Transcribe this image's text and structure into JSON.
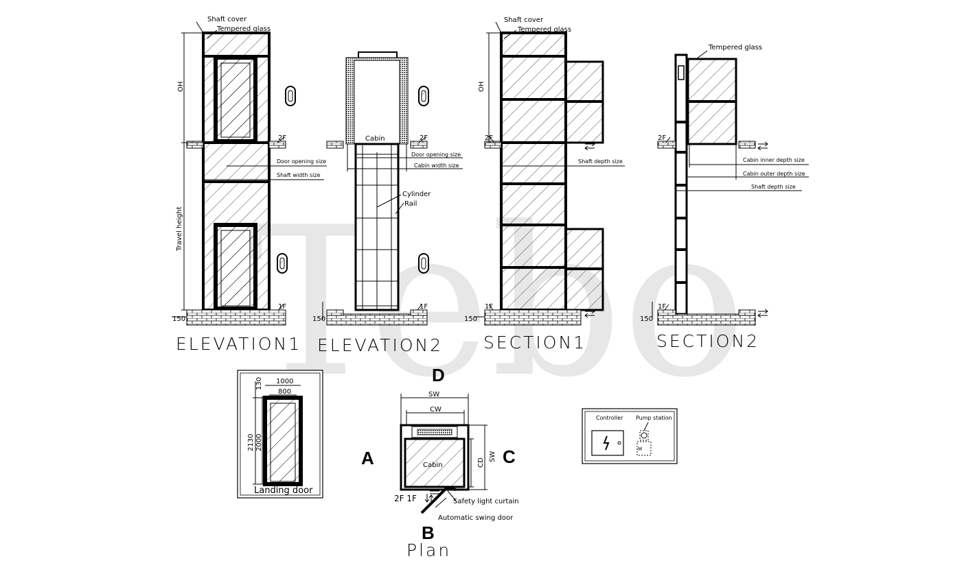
{
  "watermark": "Tebo",
  "views": {
    "elevation1": {
      "title": "ELEVATION1",
      "labels": {
        "shaft_cover": "Shaft cover",
        "tempered_glass": "Tempered glass",
        "oh": "OH",
        "travel_height": "Travel height",
        "floor_2f": "2F",
        "floor_1f": "1F",
        "pit": "150",
        "door_opening_size": "Door opening size",
        "shaft_width_size": "Shaft width size"
      }
    },
    "elevation2": {
      "title": "ELEVATION2",
      "labels": {
        "cabin": "Cabin",
        "floor_2f": "2F",
        "floor_1f": "1F",
        "pit": "150",
        "door_opening_size": "Door opening size",
        "cabin_width_size": "Cabin width size",
        "cylinder": "Cylinder",
        "rail": "Rail"
      }
    },
    "section1": {
      "title": "SECTION1",
      "labels": {
        "shaft_cover": "Shaft cover",
        "tempered_glass": "Tempered glass",
        "oh": "OH",
        "floor_2f": "2F",
        "floor_1f": "1F",
        "pit": "150",
        "shaft_depth_size": "Shaft depth size"
      }
    },
    "section2": {
      "title": "SECTION2",
      "labels": {
        "tempered_glass": "Tempered glass",
        "floor_2f": "2F",
        "floor_1f": "1F",
        "pit": "150",
        "cabin_inner_depth_size": "Cabin inner depth size",
        "cabin_outer_depth_size": "Cabin outer depth size",
        "shaft_depth_size": "Shaft depth size"
      }
    },
    "landing_door": {
      "title": "Landing door",
      "dims": {
        "outer_width": "1000",
        "inner_width": "800",
        "top": "130",
        "outer_height": "2130",
        "inner_height": "2000"
      }
    },
    "plan": {
      "title": "Plan",
      "sides": {
        "top": "D",
        "left": "A",
        "right": "C",
        "bottom": "B"
      },
      "labels": {
        "sw_top": "SW",
        "cw": "CW",
        "cd": "CD",
        "sw_side": "SW",
        "cabin": "Cabin",
        "floors": "2F 1F",
        "safety_light_curtain": "Safety light curtain",
        "automatic_swing_door": "Automatic swing door"
      }
    },
    "equipment": {
      "controller": "Controller",
      "pump_station": "Pump station"
    }
  }
}
